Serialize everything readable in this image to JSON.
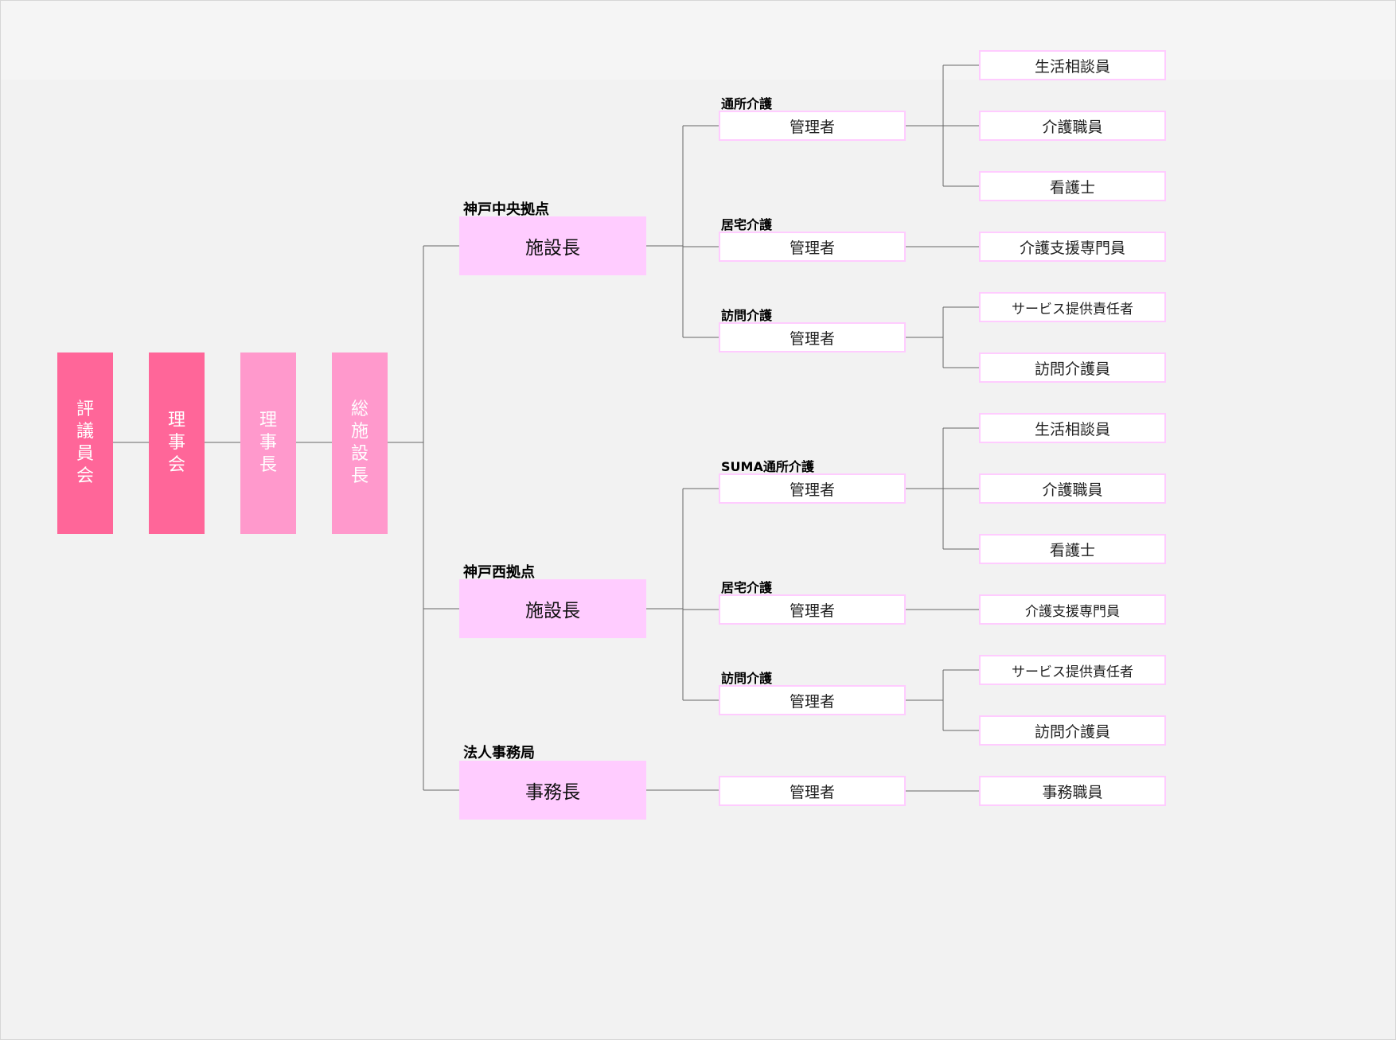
{
  "top_chain": [
    "評議員会",
    "理事会",
    "理事長",
    "総施設長"
  ],
  "colors": {
    "dark_pink": "#ff6699",
    "light_pink": "#ff99cc",
    "box_pink": "#ffccff",
    "line": "#666666"
  },
  "sections": [
    {
      "label": "神戸中央拠点",
      "head": "施設長",
      "units": [
        {
          "label": "通所介護",
          "manager": "管理者",
          "staff": [
            "生活相談員",
            "介護職員",
            "看護士"
          ]
        },
        {
          "label": "居宅介護",
          "manager": "管理者",
          "staff": [
            "介護支援専門員"
          ]
        },
        {
          "label": "訪問介護",
          "manager": "管理者",
          "staff": [
            "サービス提供責任者",
            "訪問介護員"
          ]
        }
      ]
    },
    {
      "label": "神戸西拠点",
      "head": "施設長",
      "units": [
        {
          "label": "SUMA通所介護",
          "manager": "管理者",
          "staff": [
            "生活相談員",
            "介護職員",
            "看護士"
          ]
        },
        {
          "label": "居宅介護",
          "manager": "管理者",
          "staff": [
            "介護支援専門員"
          ]
        },
        {
          "label": "訪問介護",
          "manager": "管理者",
          "staff": [
            "サービス提供責任者",
            "訪問介護員"
          ]
        }
      ]
    },
    {
      "label": "法人事務局",
      "head": "事務長",
      "units": [
        {
          "label": "",
          "manager": "管理者",
          "staff": [
            "事務職員"
          ]
        }
      ]
    }
  ]
}
